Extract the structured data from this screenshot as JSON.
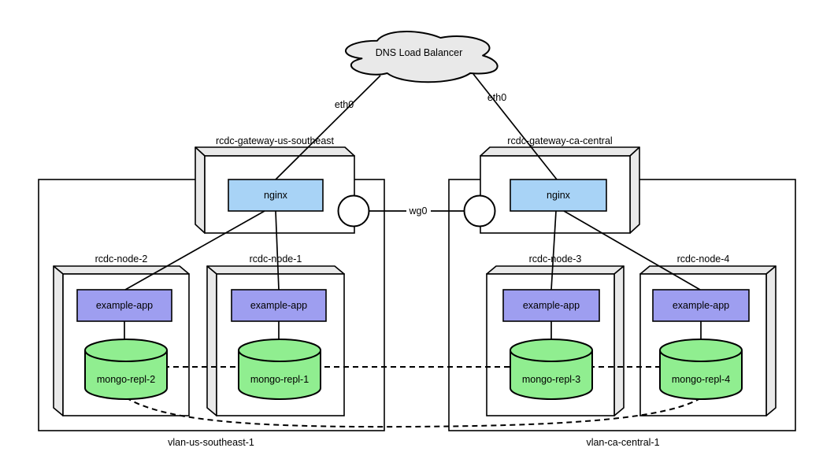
{
  "diagram": {
    "cloud": {
      "label": "DNS Load Balancer"
    },
    "edges": {
      "eth0_left": "eth0",
      "eth0_right": "eth0",
      "wg0": "wg0"
    },
    "gateways": [
      {
        "name": "rcdc-gateway-us-southeast",
        "service": "nginx"
      },
      {
        "name": "rcdc-gateway-ca-central",
        "service": "nginx"
      }
    ],
    "vlans": [
      {
        "name": "vlan-us-southeast-1"
      },
      {
        "name": "vlan-ca-central-1"
      }
    ],
    "nodes": [
      {
        "name": "rcdc-node-2",
        "app": "example-app",
        "db": "mongo-repl-2"
      },
      {
        "name": "rcdc-node-1",
        "app": "example-app",
        "db": "mongo-repl-1"
      },
      {
        "name": "rcdc-node-3",
        "app": "example-app",
        "db": "mongo-repl-3"
      },
      {
        "name": "rcdc-node-4",
        "app": "example-app",
        "db": "mongo-repl-4"
      }
    ],
    "colors": {
      "service_fill": "#a8d3f6",
      "app_fill": "#9e9ef0",
      "database_fill": "#90ee90",
      "surface_fill": "#e9e9e9",
      "line": "#000000"
    }
  }
}
